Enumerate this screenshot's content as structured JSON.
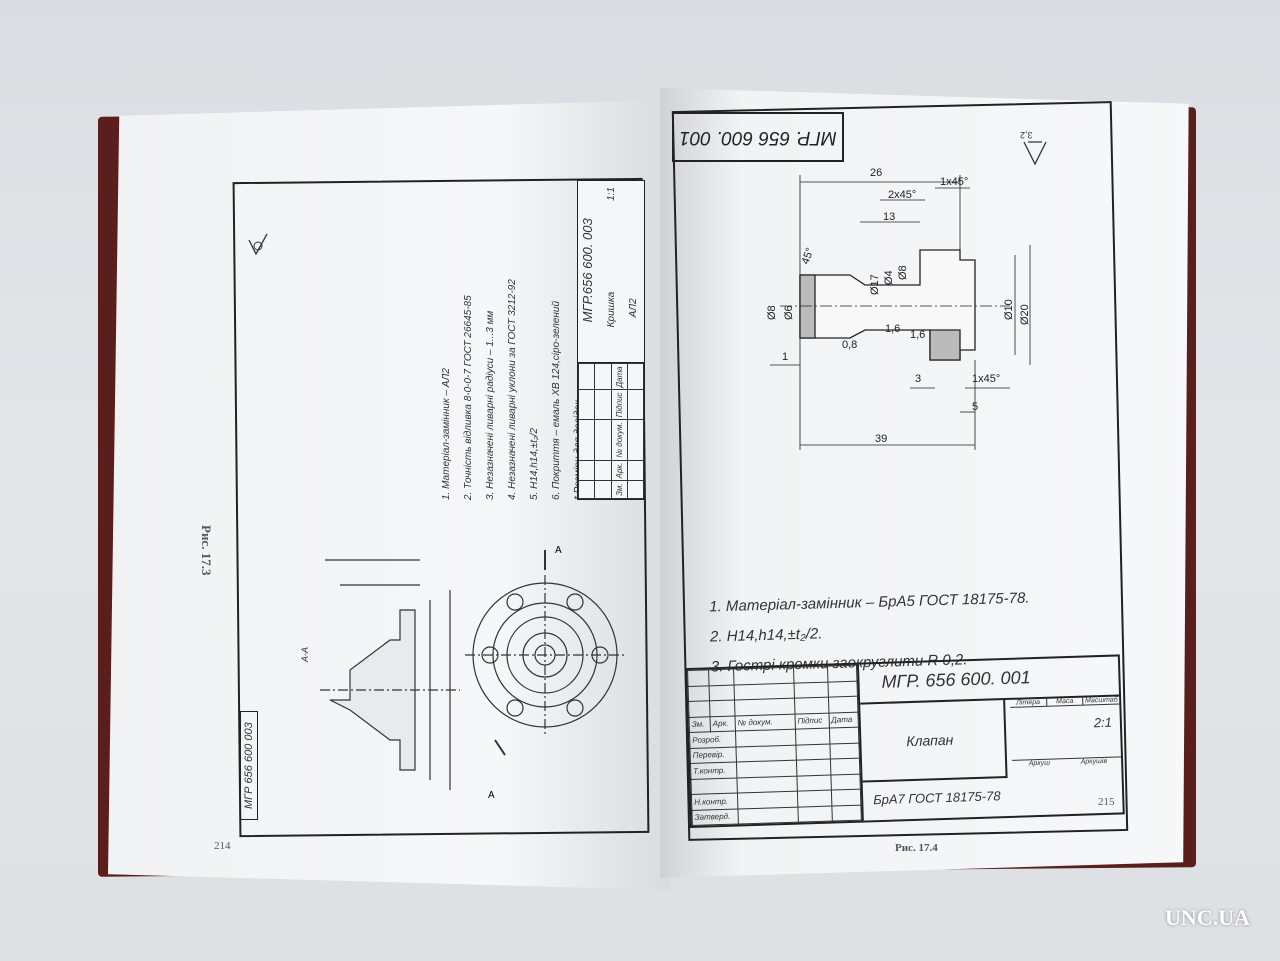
{
  "left_page": {
    "page_number": "214",
    "figure_caption": "Рис. 17.3",
    "section_label": "А-А",
    "section_marks": [
      "А",
      "А"
    ],
    "side_stamp": "МГР 656 600 003",
    "notes": [
      "1. Матеріал-замінник – АЛ2",
      "2. Точність відливка 8-0-0-7 ГОСТ 26645-85",
      "3. Незазначені ливарні радіуси – 1...3 мм",
      "4. Незазначені ливарні уклони за ГОСТ 3212-92",
      "5. H14,h14,±t₂/2",
      "6. Покриття – емаль ХВ 124,сіро-зелений",
      "* Розміри для довідок"
    ],
    "title_block": {
      "designation": "МГР.656 600. 003",
      "part_name": "Кришка",
      "material": "АЛ2",
      "scale": "1:1",
      "headers": [
        "Зм.",
        "Арк.",
        "№ докум.",
        "Підпис",
        "Дата"
      ]
    }
  },
  "right_page": {
    "page_number": "215",
    "figure_caption": "Рис. 17.4",
    "header_stamp": "МГР. 656 600. 001",
    "roughness": "3,2",
    "dimensions": [
      "26",
      "2x45°",
      "1x45°",
      "13",
      "45°",
      "Ø8",
      "Ø6",
      "Ø17",
      "Ø4",
      "Ø8",
      "Ø10",
      "Ø20",
      "1,6",
      "1,6",
      "0,8",
      "1",
      "3",
      "1x45°",
      "5",
      "39"
    ],
    "notes": [
      "1. Матеріал-замінник – БрА5 ГОСТ 18175-78.",
      "2. H14,h14,±t₂/2.",
      "3. Гострі кромки заокруглити R 0,2."
    ],
    "title_block": {
      "designation": "МГР. 656 600. 001",
      "part_name": "Клапан",
      "material": "БрА7 ГОСТ 18175-78",
      "scale": "2:1",
      "col_labels": [
        "Літера",
        "Маса",
        "Масштаб"
      ],
      "sheet_labels": [
        "Аркуш",
        "Аркушів"
      ],
      "headers": [
        "Зм.",
        "Арк.",
        "№ докум.",
        "Підпис",
        "Дата"
      ],
      "rows": [
        "Розроб.",
        "Перевір.",
        "Т.контр.",
        "",
        "Н.контр.",
        "Затверд."
      ]
    }
  },
  "watermark": "UNC.UA"
}
